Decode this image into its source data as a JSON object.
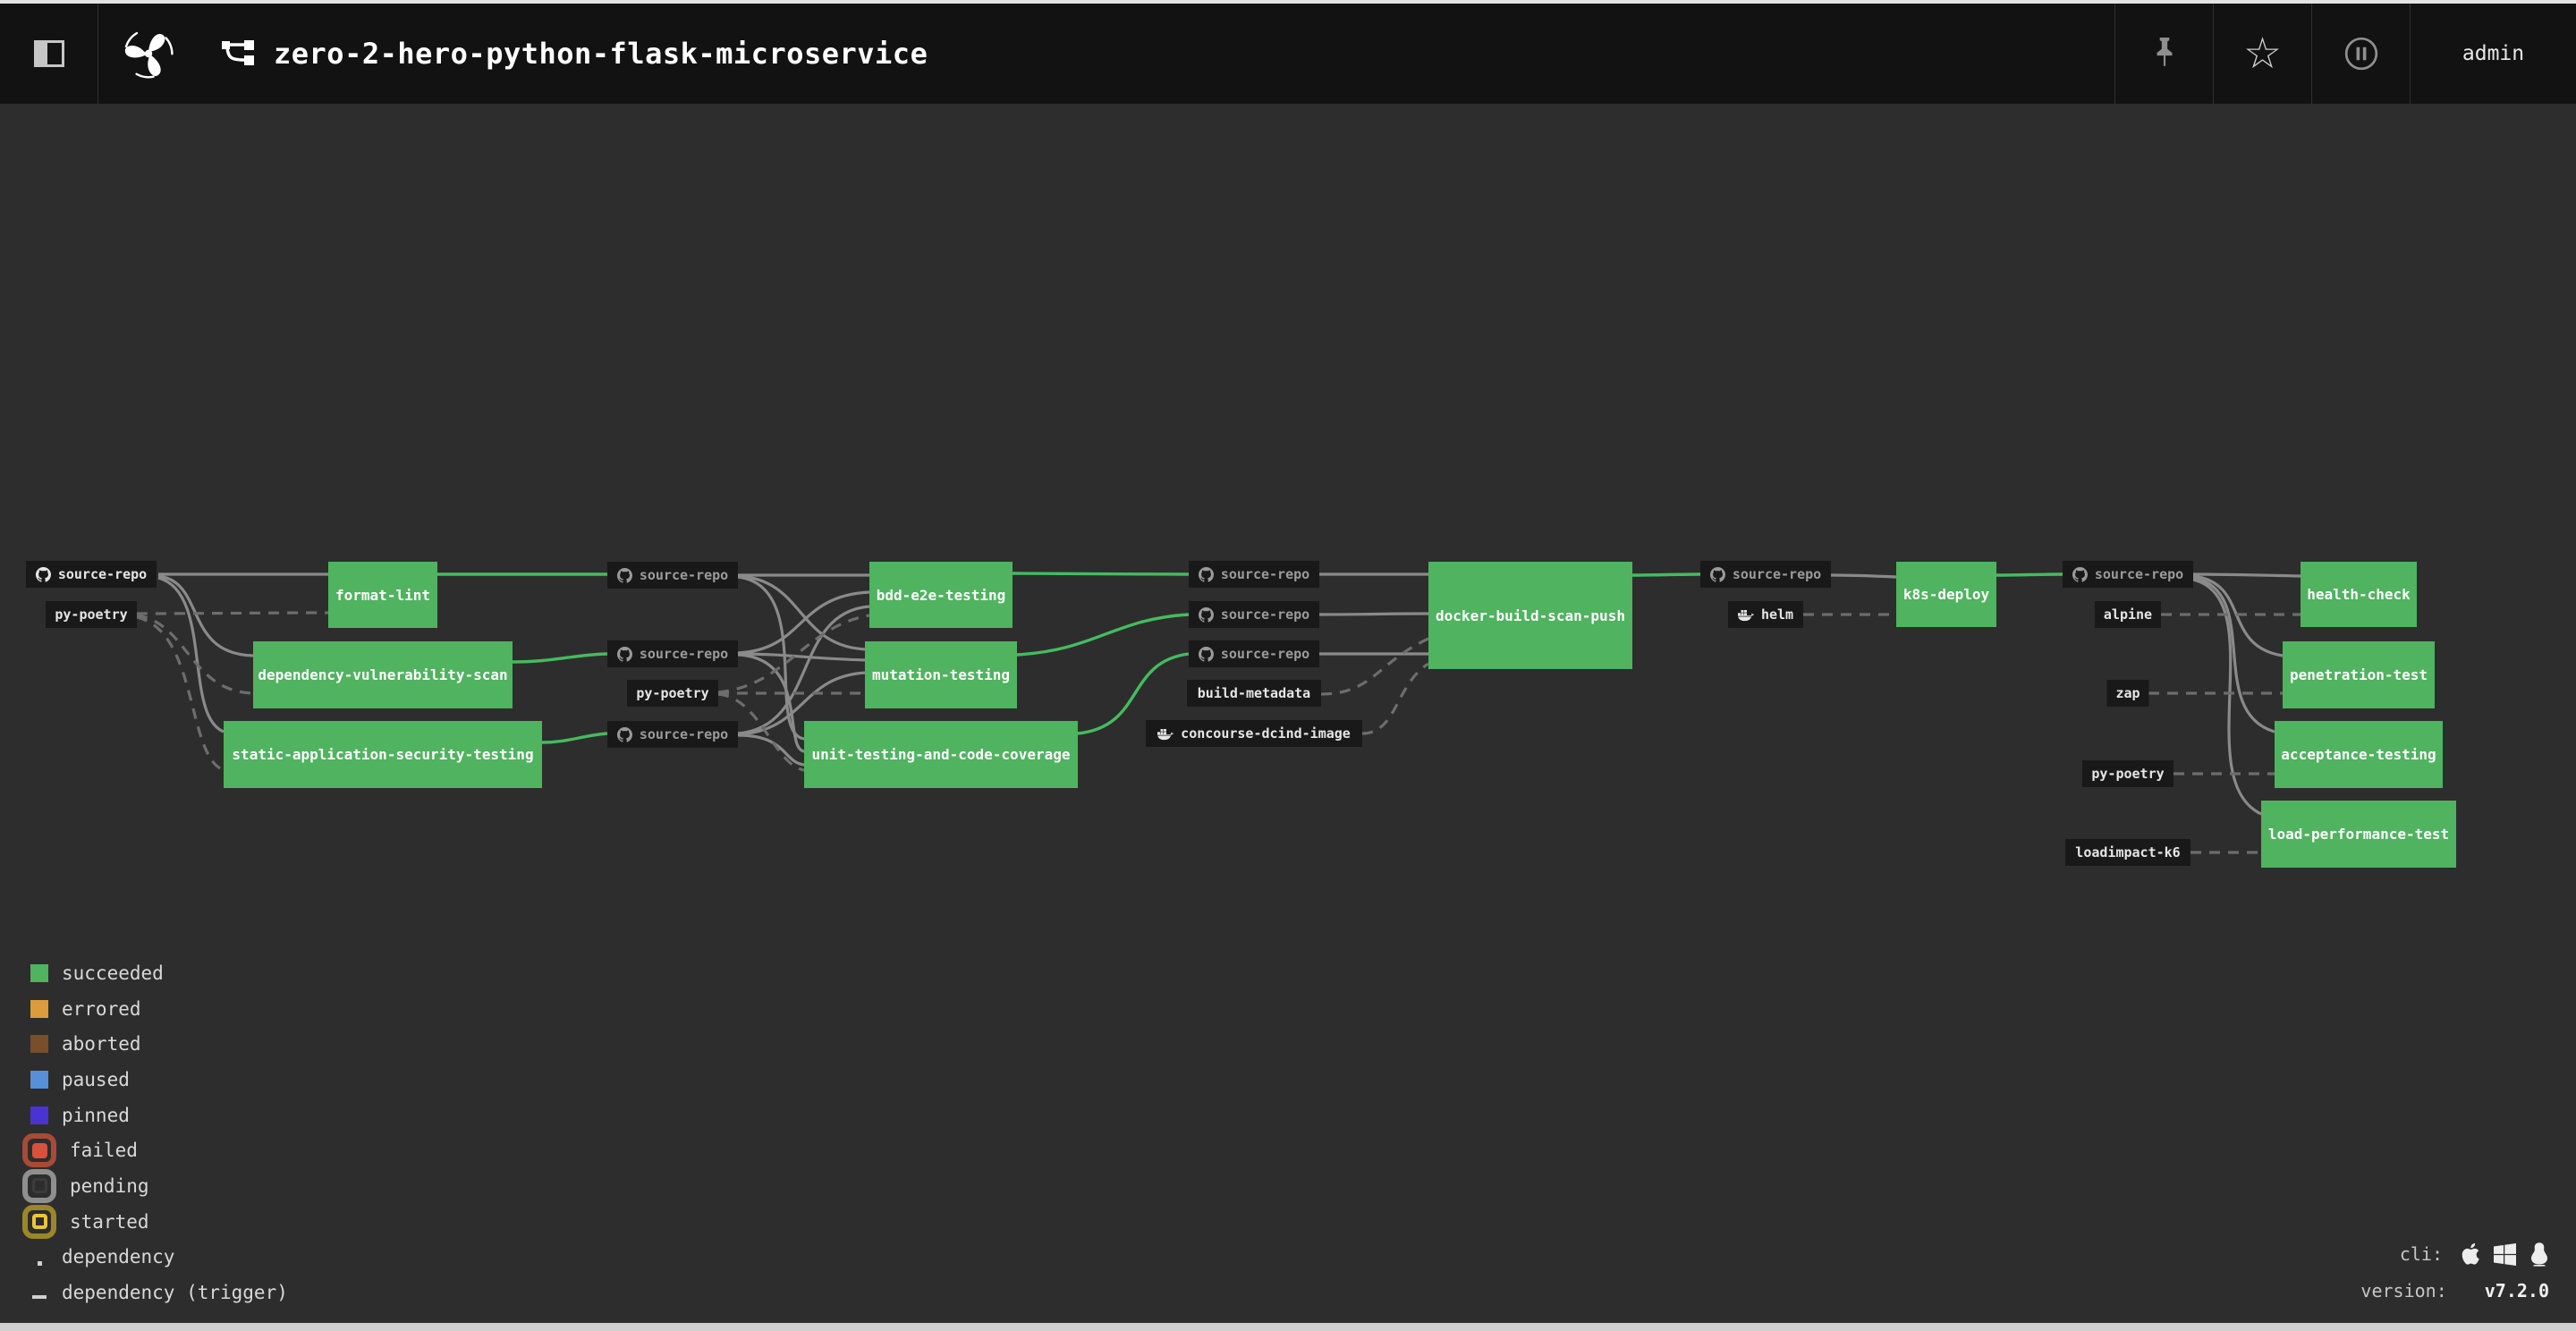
{
  "header": {
    "title": "zero-2-hero-python-flask-microservice",
    "user": "admin",
    "icons": {
      "sidebar_toggle": "sidebar-toggle-icon",
      "logo": "concourse-turbine-logo",
      "breadcrumb": "pipeline-icon",
      "pin": "pin-icon",
      "favorite": "star-icon",
      "pause": "pause-circle-icon"
    }
  },
  "graph": {
    "resources": [
      {
        "label": "source-repo",
        "icon": "github"
      },
      {
        "label": "py-poetry",
        "icon": "none"
      },
      {
        "label": "source-repo",
        "icon": "github"
      },
      {
        "label": "source-repo",
        "icon": "github"
      },
      {
        "label": "py-poetry",
        "icon": "none"
      },
      {
        "label": "source-repo",
        "icon": "github"
      },
      {
        "label": "source-repo",
        "icon": "github"
      },
      {
        "label": "source-repo",
        "icon": "github"
      },
      {
        "label": "source-repo",
        "icon": "github"
      },
      {
        "label": "build-metadata",
        "icon": "none"
      },
      {
        "label": "concourse-dcind-image",
        "icon": "docker"
      },
      {
        "label": "source-repo",
        "icon": "github"
      },
      {
        "label": "helm",
        "icon": "docker"
      },
      {
        "label": "source-repo",
        "icon": "github"
      },
      {
        "label": "alpine",
        "icon": "none"
      },
      {
        "label": "zap",
        "icon": "none"
      },
      {
        "label": "py-poetry",
        "icon": "none"
      },
      {
        "label": "loadimpact-k6",
        "icon": "none"
      }
    ],
    "jobs": [
      {
        "label": "format-lint",
        "status": "succeeded"
      },
      {
        "label": "dependency-vulnerability-scan",
        "status": "succeeded"
      },
      {
        "label": "static-application-security-testing",
        "status": "succeeded"
      },
      {
        "label": "bdd-e2e-testing",
        "status": "succeeded"
      },
      {
        "label": "mutation-testing",
        "status": "succeeded"
      },
      {
        "label": "unit-testing-and-code-coverage",
        "status": "succeeded"
      },
      {
        "label": "docker-build-scan-push",
        "status": "succeeded"
      },
      {
        "label": "k8s-deploy",
        "status": "succeeded"
      },
      {
        "label": "health-check",
        "status": "succeeded"
      },
      {
        "label": "penetration-test",
        "status": "succeeded"
      },
      {
        "label": "acceptance-testing",
        "status": "succeeded"
      },
      {
        "label": "load-performance-test",
        "status": "succeeded"
      }
    ]
  },
  "legend": {
    "items": [
      {
        "label": "succeeded",
        "color": "#4fb35f",
        "shape": "square"
      },
      {
        "label": "errored",
        "color": "#dc9b3d",
        "shape": "square"
      },
      {
        "label": "aborted",
        "color": "#7a4d2b",
        "shape": "square"
      },
      {
        "label": "paused",
        "color": "#5590d9",
        "shape": "square"
      },
      {
        "label": "pinned",
        "color": "#4934d1",
        "shape": "square"
      },
      {
        "label": "failed",
        "color": "#d8513c",
        "shape": "ring"
      },
      {
        "label": "pending",
        "color": "#8f8f8f",
        "shape": "ring"
      },
      {
        "label": "started",
        "color": "#ecc43d",
        "shape": "ring"
      }
    ],
    "dependency_label": "dependency",
    "dependency_trigger_label": "dependency (trigger)"
  },
  "footer": {
    "cli_label": "cli:",
    "platforms": [
      "apple",
      "windows",
      "linux"
    ],
    "version_label": "version:",
    "version": "v7.2.0"
  },
  "colors": {
    "background": "#2d2d2d",
    "header_background": "#121212",
    "node_background": "#191919",
    "job_succeeded": "#4fb35f",
    "edge_solid": "#8a8a8a",
    "edge_dashed": "#6d6d6d",
    "edge_succeeded": "#45bb5f"
  }
}
